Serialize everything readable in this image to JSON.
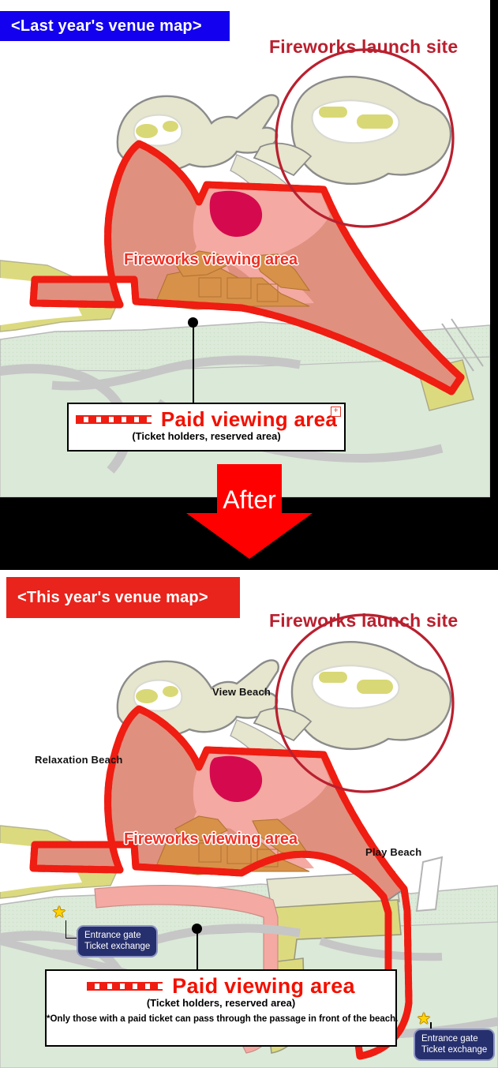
{
  "top_map": {
    "banner": "<Last year's venue map>",
    "launch_site_label": "Fireworks launch site",
    "viewing_area_label": "Fireworks viewing area",
    "legend": {
      "title": "Paid viewing area",
      "subtitle": "(Ticket holders, reserved area)",
      "plus_badge": "+"
    }
  },
  "transition": {
    "arrow_label": "After"
  },
  "bottom_map": {
    "banner": "<This year's venue map>",
    "launch_site_label": "Fireworks launch site",
    "viewing_area_label": "Fireworks viewing area",
    "beaches": {
      "relaxation": "Relaxation Beach",
      "view": "View Beach",
      "play": "Play Beach"
    },
    "legend": {
      "title": "Paid viewing area",
      "subtitle": "(Ticket holders, reserved area)",
      "note": "*Only those with a paid ticket can pass through the passage in front of the beach."
    },
    "gates": [
      {
        "line1": "Entrance gate",
        "line2": "Ticket exchange"
      },
      {
        "line1": "Entrance gate",
        "line2": "Ticket exchange"
      }
    ],
    "gate_marker": "★"
  },
  "colors": {
    "banner_last": "#1200ee",
    "banner_this": "#e8241c",
    "launch_site": "#b9202f",
    "paid_boundary": "#ef1d12",
    "viewing_area_fill": "#e0907f",
    "viewing_area_inner": "#f4a9a2",
    "viewing_area_core": "#d50a4e",
    "street_block": "#d89149",
    "park_green": "#d9e8d7",
    "sand": "#e4e3c8",
    "sand_inner": "#d9d876",
    "road_gray": "#c6c6c6",
    "gate_box": "#27306e",
    "arrow": "#ff0000",
    "separator": "#000000"
  }
}
